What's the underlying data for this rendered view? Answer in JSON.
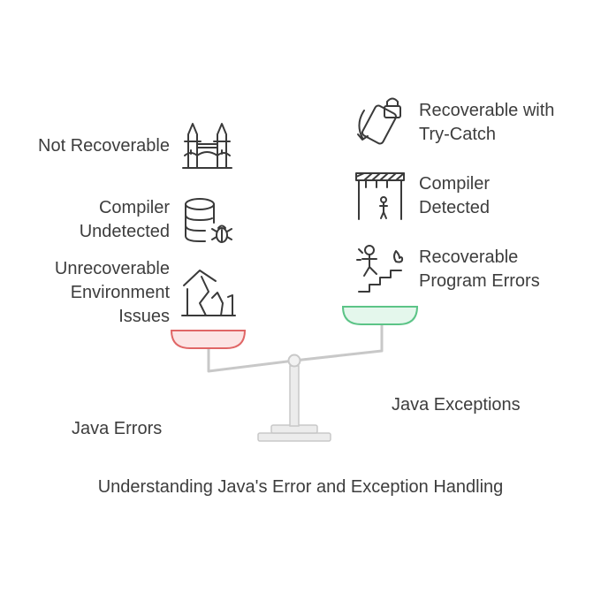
{
  "title": "Understanding Java's Error and Exception Handling",
  "left_side": {
    "label": "Java Errors",
    "items": [
      {
        "lines": [
          "Not Recoverable"
        ],
        "icon": "bridge-icon"
      },
      {
        "lines": [
          "Compiler",
          "Undetected"
        ],
        "icon": "database-bug-icon"
      },
      {
        "lines": [
          "Unrecoverable",
          "Environment",
          "Issues"
        ],
        "icon": "collapsed-house-icon"
      }
    ]
  },
  "right_side": {
    "label": "Java Exceptions",
    "items": [
      {
        "lines": [
          "Recoverable with",
          "Try-Catch"
        ],
        "icon": "rotating-phone-lock-icon"
      },
      {
        "lines": [
          "Compiler",
          "Detected"
        ],
        "icon": "stage-spotlight-icon"
      },
      {
        "lines": [
          "Recoverable",
          "Program Errors"
        ],
        "icon": "person-climbing-stairs-icon"
      }
    ]
  },
  "colors": {
    "left_pan_fill": "#fce4e4",
    "left_pan_stroke": "#e06666",
    "right_pan_fill": "#e4f7ec",
    "right_pan_stroke": "#5cc487",
    "structure": "#c8c8c8",
    "icon_stroke": "#3a3a3a"
  }
}
